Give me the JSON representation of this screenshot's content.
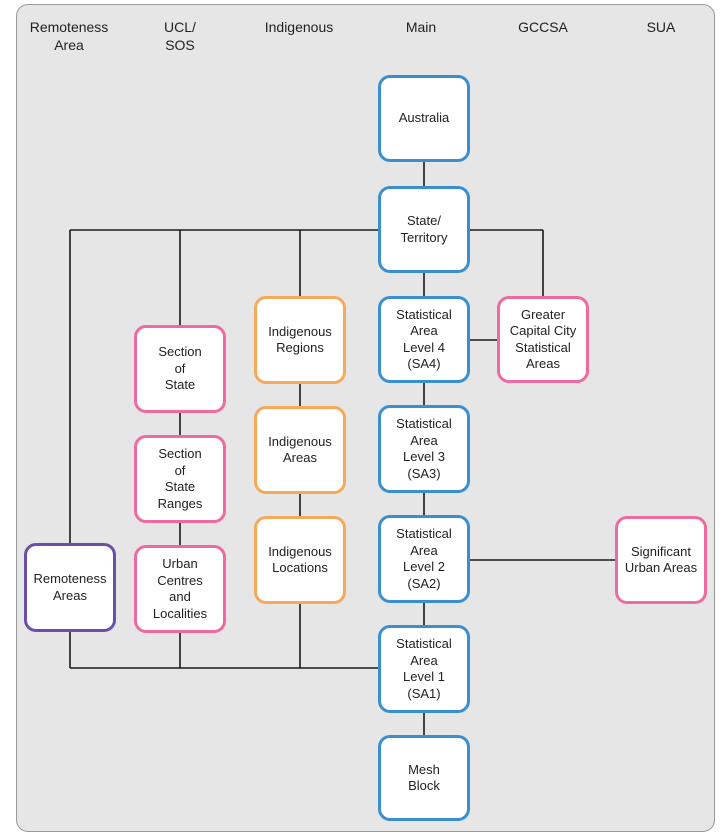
{
  "headers": {
    "remoteness": "Remoteness\nArea",
    "ucl_sos": "UCL/\nSOS",
    "indigenous": "Indigenous",
    "main": "Main",
    "gccsa": "GCCSA",
    "sua": "SUA"
  },
  "boxes": {
    "australia": "Australia",
    "state": "State/\nTerritory",
    "sa4": "Statistical\nArea\nLevel 4\n(SA4)",
    "sa3": "Statistical\nArea\nLevel 3\n(SA3)",
    "sa2": "Statistical\nArea\nLevel 2\n(SA2)",
    "sa1": "Statistical\nArea\nLevel 1\n(SA1)",
    "mesh": "Mesh\nBlock",
    "gccsa": "Greater\nCapital City\nStatistical\nAreas",
    "sua": "Significant\nUrban Areas",
    "indigenous_regions": "Indigenous\nRegions",
    "indigenous_areas": "Indigenous\nAreas",
    "indigenous_locations": "Indigenous\nLocations",
    "section_of_state": "Section\nof\nState",
    "section_of_state_ranges": "Section\nof\nState\nRanges",
    "ucl": "Urban\nCentres\nand\nLocalities",
    "remoteness_areas": "Remoteness\nAreas"
  },
  "colors": {
    "main": "#3a8fd0",
    "ucl_sos": "#ef6aa0",
    "indigenous": "#f5a95a",
    "remoteness": "#6a4fa8",
    "connector": "#1a1a1a",
    "panel": "#e6e6e6"
  }
}
